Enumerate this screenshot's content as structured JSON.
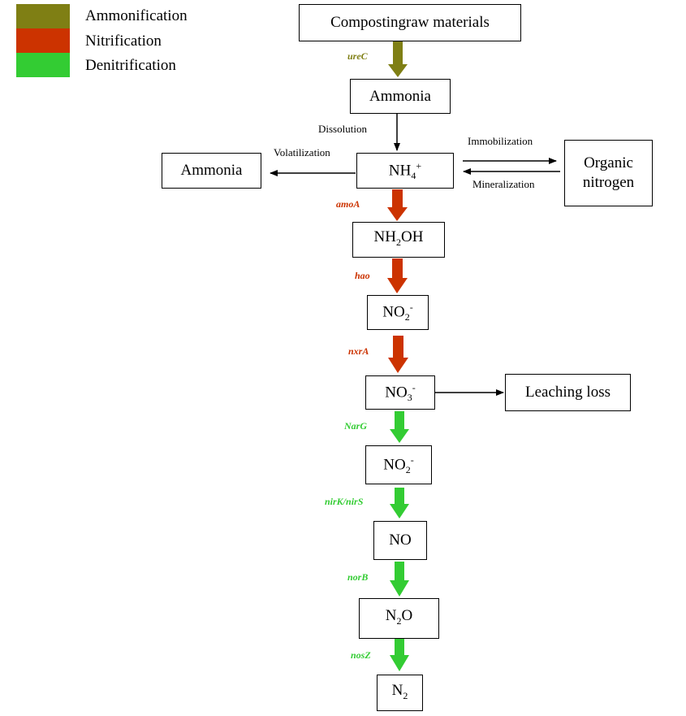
{
  "legend": [
    {
      "label": "Ammonification",
      "color": "#7f7f14"
    },
    {
      "label": "Nitrification",
      "color": "#cc3300"
    },
    {
      "label": "Denitrification",
      "color": "#33cc33"
    }
  ],
  "nodes": {
    "raw": "Compostingraw materials",
    "ammonia_top": "Ammonia",
    "ammonium": {
      "base": "NH",
      "sub": "4",
      "sup": "+"
    },
    "ammonia_left": "Ammonia",
    "organic_n_line1": "Organic",
    "organic_n_line2": "nitrogen",
    "hydroxylamine": {
      "base": "NH",
      "sub": "2",
      "tail": "OH"
    },
    "nitrite1": {
      "base": "NO",
      "sub": "2",
      "sup": "-"
    },
    "nitrate": {
      "base": "NO",
      "sub": "3",
      "sup": "-"
    },
    "leaching": "Leaching loss",
    "nitrite2": {
      "base": "NO",
      "sub": "2",
      "sup": "-"
    },
    "no": "NO",
    "n2o": {
      "base": "N",
      "sub": "2",
      "tail": "O"
    },
    "n2": {
      "base": "N",
      "sub": "2"
    }
  },
  "genes": {
    "ureC": "ureC",
    "amoA": "amoA",
    "hao": "hao",
    "nxrA": "nxrA",
    "NarG": "NarG",
    "nirKS": "nirK/nirS",
    "norB": "norB",
    "nosZ": "nosZ"
  },
  "process_labels": {
    "dissolution": "Dissolution",
    "volatilization": "Volatilization",
    "immobilization": "Immobilization",
    "mineralization": "Mineralization"
  }
}
